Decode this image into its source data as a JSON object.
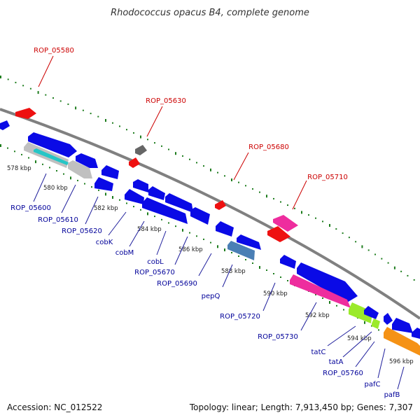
{
  "title": "Rhodococcus opacus B4, complete genome",
  "accession": "Accession: NC_012522",
  "summary": "Topology: linear; Length: 7,913,450 bp; Genes: 7,307",
  "colors": {
    "backbone": "#808080",
    "top_label": "#cc0000",
    "bottom_label": "#000099",
    "leader": "#1e1e9c",
    "tick_dots": "#1e7d1e",
    "gene_blue": "#0a0ae6",
    "gene_red": "#ee1010",
    "gene_gray": "#c0c0c0",
    "gene_darkgray": "#666666",
    "gene_pink": "#ee2d9e",
    "gene_cyan": "#26c6c6",
    "gene_steel": "#4a7fb5",
    "gene_green": "#9bea2a",
    "gene_orange": "#f59215"
  },
  "ticks": [
    {
      "label": "578 kbp"
    },
    {
      "label": "580 kbp"
    },
    {
      "label": "582 kbp"
    },
    {
      "label": "584 kbp"
    },
    {
      "label": "586 kbp"
    },
    {
      "label": "588 kbp"
    },
    {
      "label": "590 kbp"
    },
    {
      "label": "592 kbp"
    },
    {
      "label": "594 kbp"
    },
    {
      "label": "596 kbp"
    }
  ],
  "top_labels": [
    {
      "label": "ROP_05580"
    },
    {
      "label": "ROP_05630"
    },
    {
      "label": "ROP_05680"
    },
    {
      "label": "ROP_05710"
    }
  ],
  "bottom_labels": [
    {
      "label": "ROP_05600"
    },
    {
      "label": "ROP_05610"
    },
    {
      "label": "ROP_05620"
    },
    {
      "label": "cobK"
    },
    {
      "label": "cobM"
    },
    {
      "label": "cobL"
    },
    {
      "label": "ROP_05670"
    },
    {
      "label": "ROP_05690"
    },
    {
      "label": "pepQ"
    },
    {
      "label": "ROP_05720"
    },
    {
      "label": "ROP_05730"
    },
    {
      "label": "tatC"
    },
    {
      "label": "tatA"
    },
    {
      "label": "ROP_05760"
    },
    {
      "label": "pafC"
    },
    {
      "label": "pafB"
    }
  ]
}
